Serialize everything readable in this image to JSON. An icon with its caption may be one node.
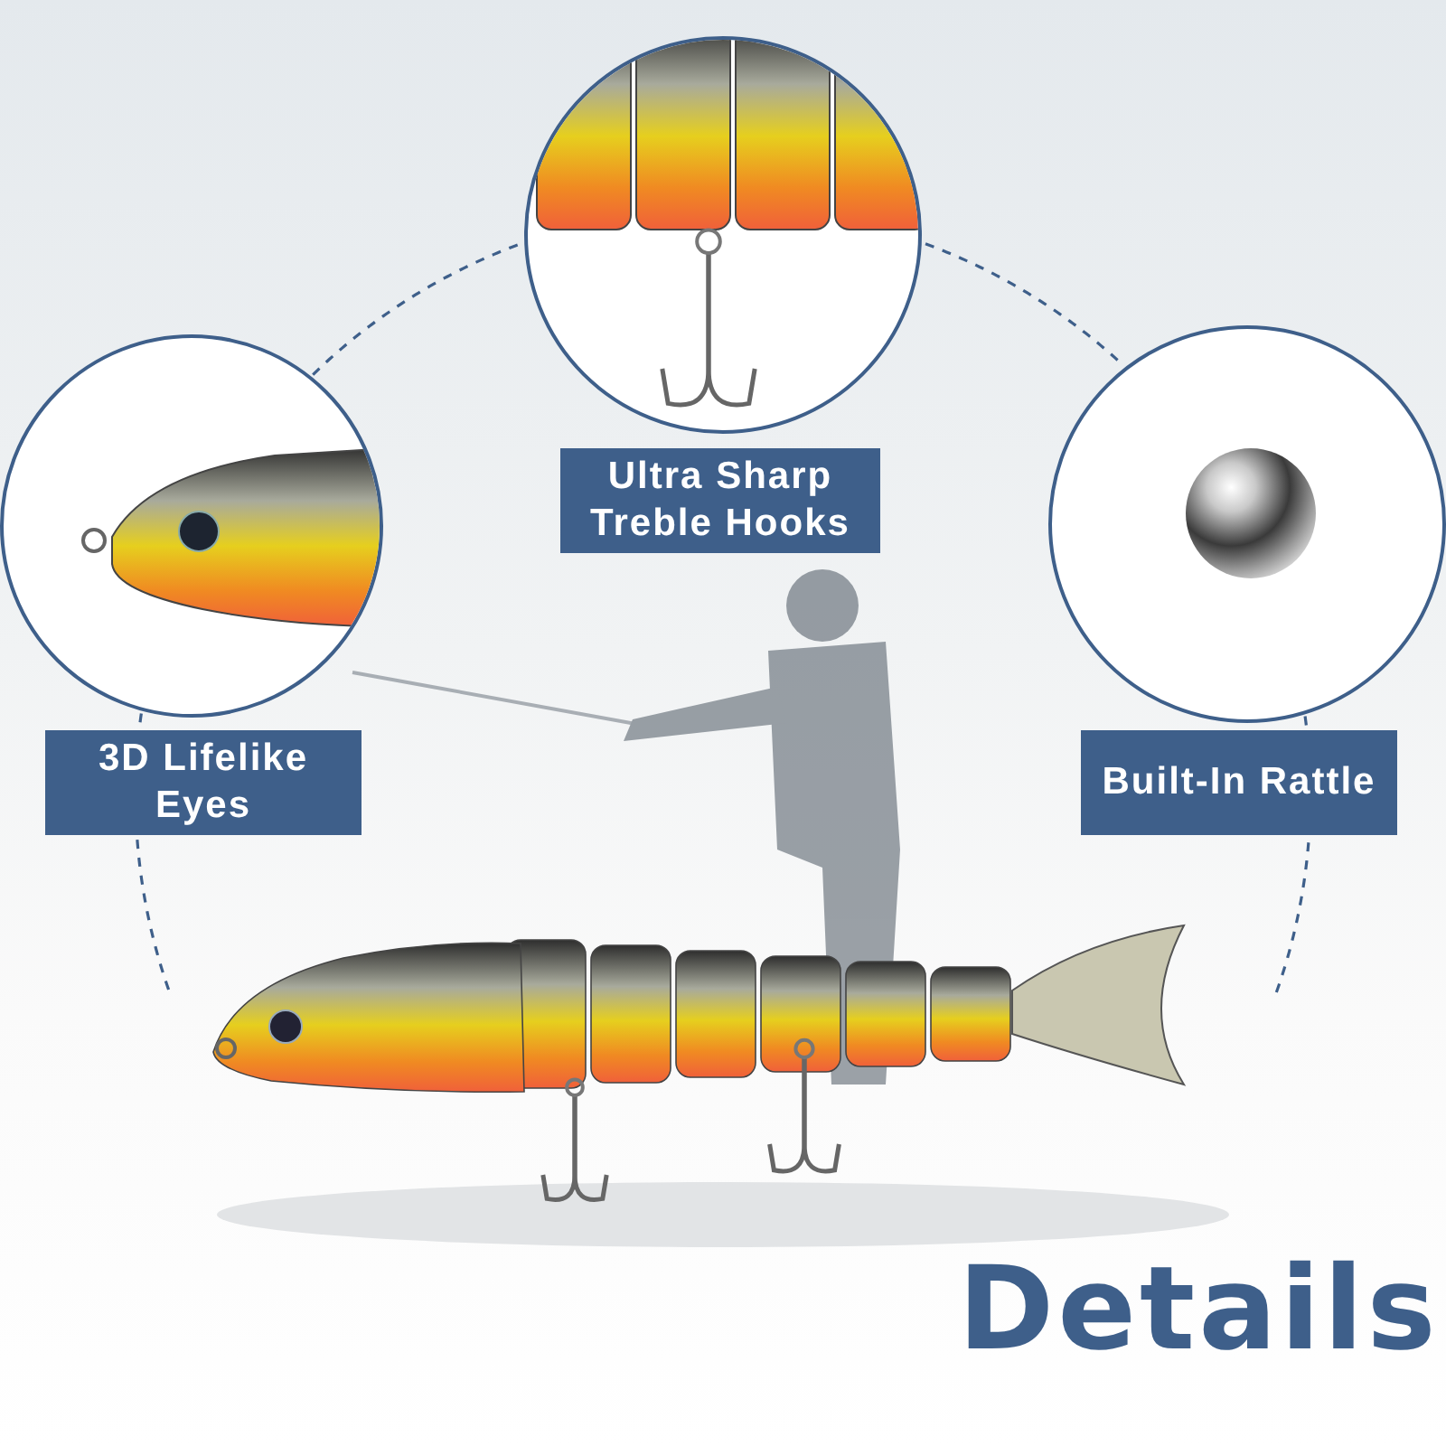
{
  "diagram": {
    "title": "Details",
    "nodes": [
      {
        "text": [],
        "shape": "picture"
      },
      {
        "text": [
          "3D Lifelike Eyes"
        ]
      },
      {
        "text": [],
        "shape": "picture"
      },
      {
        "text": [
          "Ultra Sharp Treble Hooks"
        ]
      },
      {
        "text": [],
        "shape": "picture"
      },
      {
        "text": [
          "Built-In Rattle"
        ]
      }
    ],
    "edges": [
      {
        "from": 0,
        "to": 2,
        "arrow": "none",
        "style": "dashed"
      },
      {
        "from": 2,
        "to": 4,
        "arrow": "none",
        "style": "dashed"
      },
      {
        "from": 0,
        "to": null,
        "arrow": "none",
        "style": "dashed"
      },
      {
        "from": 4,
        "to": null,
        "arrow": "none",
        "style": "dashed"
      }
    ]
  }
}
